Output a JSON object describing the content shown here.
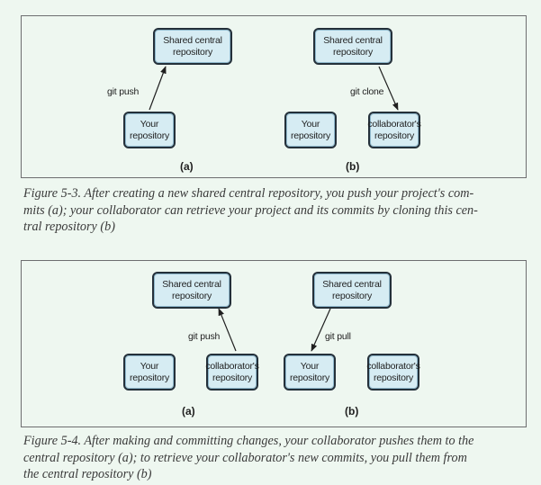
{
  "figure_5_3": {
    "panel_a": {
      "central": "Shared central\nrepository",
      "yours": "Your\nrepository",
      "edge_label": "git push",
      "label": "(a)"
    },
    "panel_b": {
      "central": "Shared central\nrepository",
      "yours": "Your\nrepository",
      "collab": "collaborator's\nrepository",
      "edge_label": "git clone",
      "label": "(b)"
    },
    "caption": "Figure 5-3. After creating a new shared central repository, you push your project's com-\nmits (a); your collaborator can retrieve your project and its commits by cloning this cen-\ntral repository (b)"
  },
  "figure_5_4": {
    "panel_a": {
      "central": "Shared central\nrepository",
      "yours": "Your\nrepository",
      "collab": "collaborator's\nrepository",
      "edge_label": "git push",
      "label": "(a)"
    },
    "panel_b": {
      "central": "Shared central\nrepository",
      "yours": "Your\nrepository",
      "collab": "collaborator's\nrepository",
      "edge_label": "git pull",
      "label": "(b)"
    },
    "caption": "Figure 5-4. After making and committing changes, your collaborator pushes them to the\ncentral repository (a); to retrieve your collaborator's new commits, you pull them from\nthe central repository (b)"
  }
}
